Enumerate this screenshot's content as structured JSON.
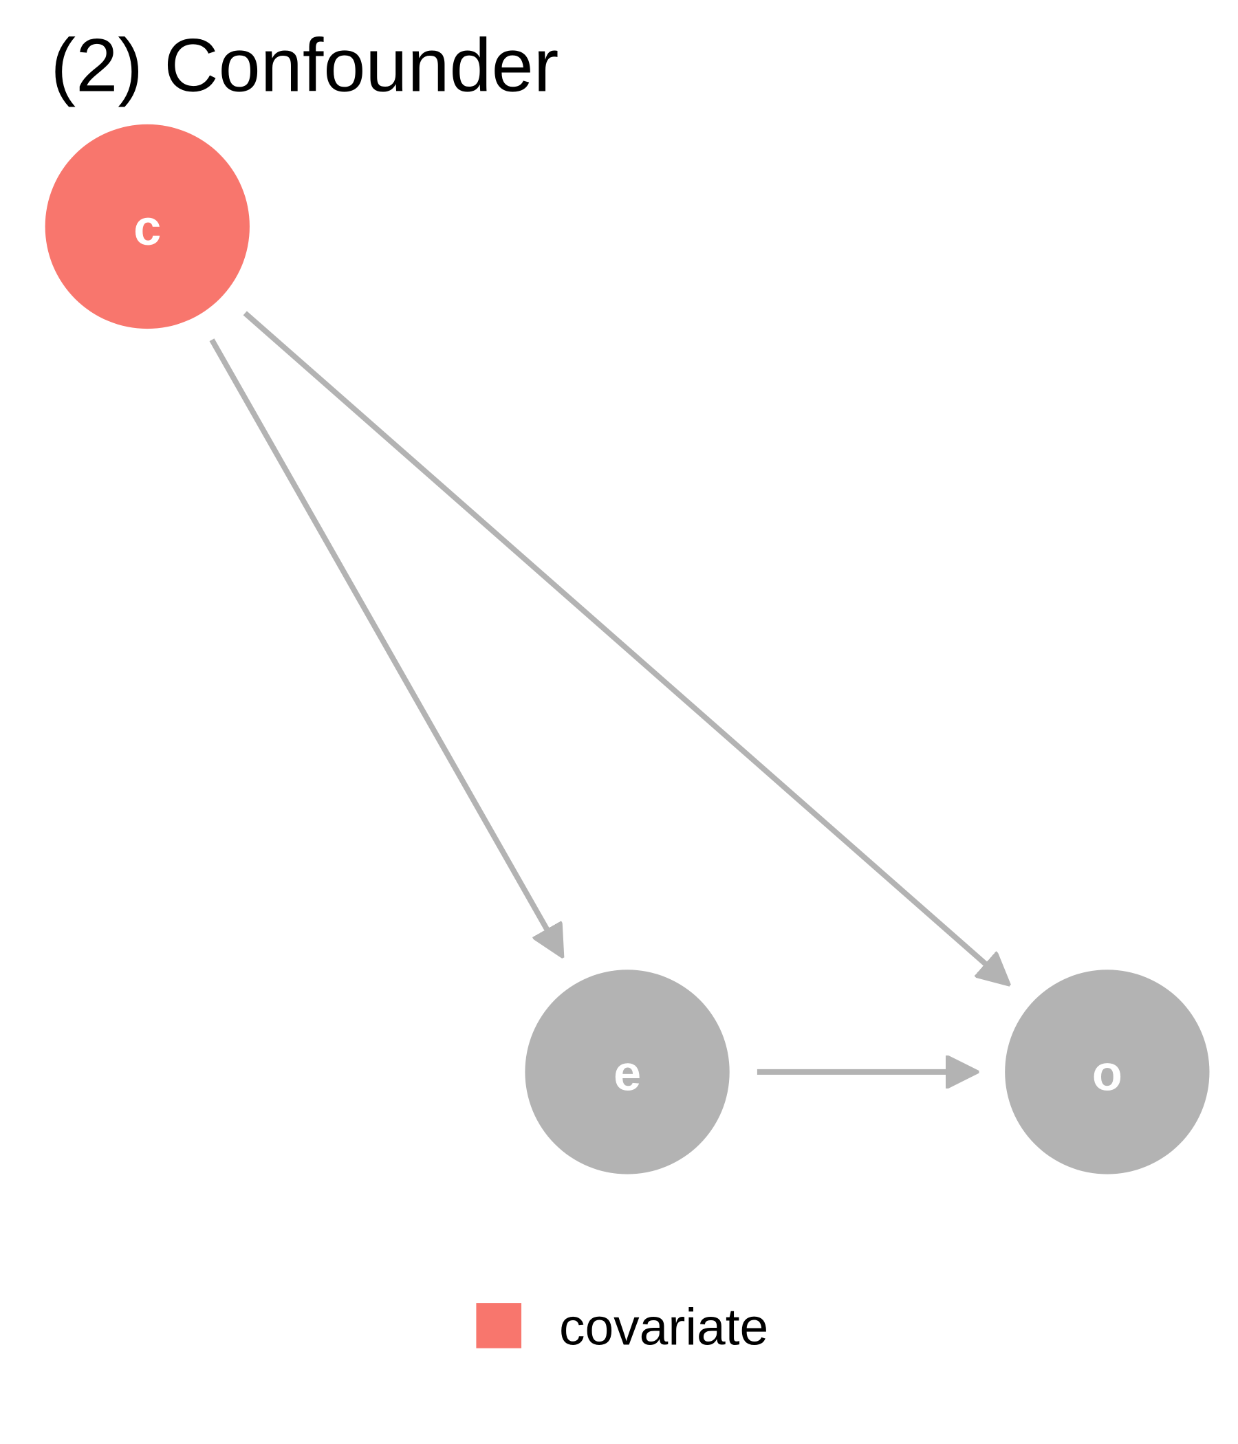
{
  "title": "(2) Confounder",
  "nodes": {
    "c": {
      "label": "c",
      "role": "covariate",
      "color": "#F8766D"
    },
    "e": {
      "label": "e",
      "color": "#B3B3B3"
    },
    "o": {
      "label": "o",
      "color": "#B3B3B3"
    }
  },
  "edges": [
    {
      "from": "c",
      "to": "e"
    },
    {
      "from": "c",
      "to": "o"
    },
    {
      "from": "e",
      "to": "o"
    }
  ],
  "edge_color": "#B3B3B3",
  "legend": {
    "items": [
      {
        "label": "covariate",
        "color": "#F8766D"
      }
    ]
  }
}
